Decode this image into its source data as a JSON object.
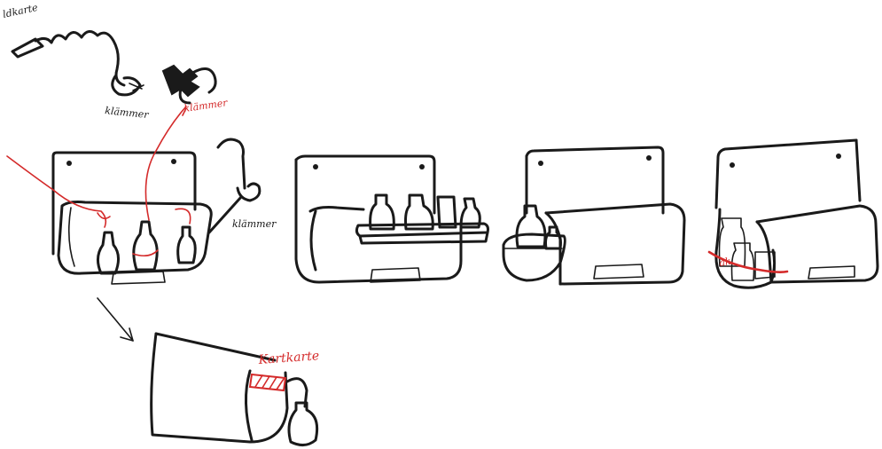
{
  "labels": {
    "top_left_partial": "ldkarte",
    "klammer_black": "klämmer",
    "klammer_red": "klämmer",
    "klammer_side": "klämmer",
    "karton_red": "Kartkarte",
    "small_red": "ak"
  },
  "colors": {
    "ink": "#1a1a1a",
    "accent_red": "#d42a2a",
    "paper": "#ffffff"
  }
}
